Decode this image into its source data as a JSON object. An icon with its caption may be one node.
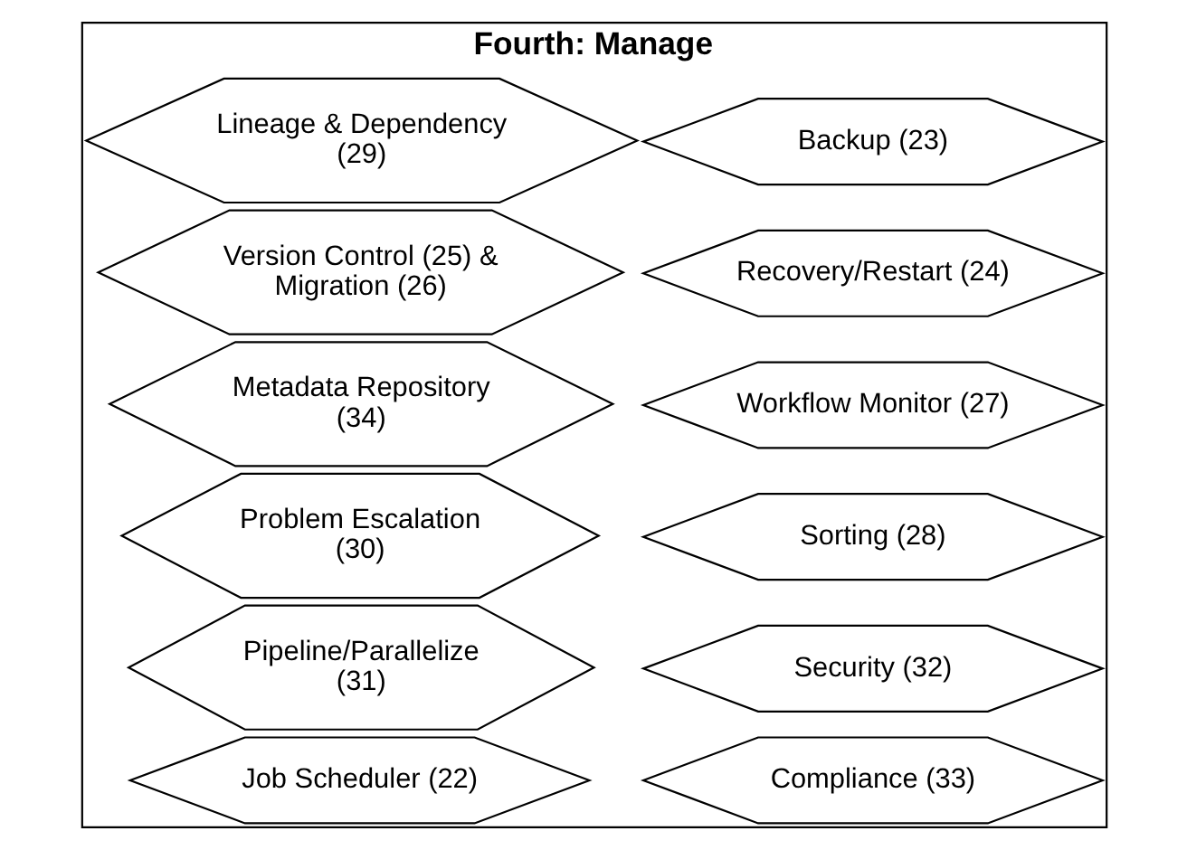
{
  "diagram": {
    "nodes": [
      {
        "text": [
          "Fourth: Manage"
        ]
      },
      {
        "text": [
          "Job Scheduler (22)"
        ],
        "in": 0
      },
      {
        "text": [
          "Backup (23)"
        ],
        "in": 0
      },
      {
        "text": [
          "Recovery/Restart (24)"
        ],
        "in": 0
      },
      {
        "text": [
          "Version Control (25) & Migration (26)"
        ],
        "in": 0
      },
      {
        "text": [
          "Workflow Monitor (27)"
        ],
        "in": 0
      },
      {
        "text": [
          "Sorting (28)"
        ],
        "in": 0
      },
      {
        "text": [
          "Lineage & Dependency (29)"
        ],
        "in": 0
      },
      {
        "text": [
          "Problem Escalation (30)"
        ],
        "in": 0
      },
      {
        "text": [
          "Pipeline/Parallelize (31)"
        ],
        "in": 0
      },
      {
        "text": [
          "Security (32)"
        ],
        "in": 0
      },
      {
        "text": [
          "Compliance (33)"
        ],
        "in": 0
      },
      {
        "text": [
          "Metadata Repository (34)"
        ],
        "in": 0
      }
    ]
  }
}
